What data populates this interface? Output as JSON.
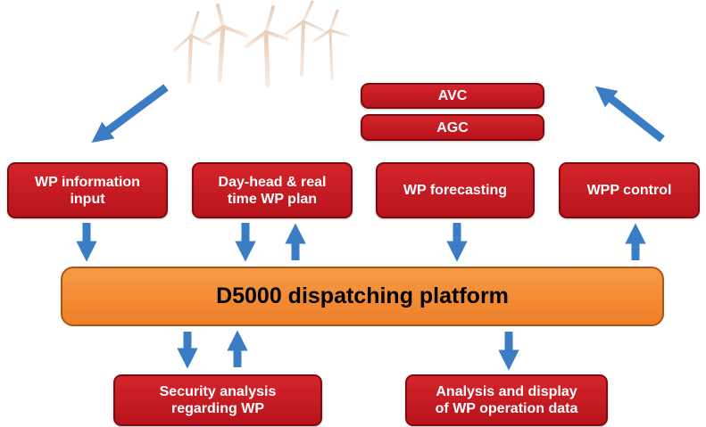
{
  "colors": {
    "box_red": "#c41c23",
    "box_border": "#7c0c10",
    "platform_orange": "#f08a2f",
    "arrow_blue": "#3a7dc4"
  },
  "wind_turbines": {
    "icon": "wind-turbine-icon"
  },
  "control": {
    "avc": "AVC",
    "agc": "AGC"
  },
  "modules": {
    "wp_information_input": [
      "WP information",
      "input"
    ],
    "day_ahead_plan": [
      "Day-head & real",
      "time WP plan"
    ],
    "wp_forecasting": "WP forecasting",
    "wpp_control": "WPP control"
  },
  "platform": {
    "label": "D5000 dispatching platform"
  },
  "bottom": {
    "security_analysis": [
      "Security analysis",
      "regarding WP"
    ],
    "analysis_display": [
      "Analysis and display",
      "of WP operation data"
    ]
  }
}
